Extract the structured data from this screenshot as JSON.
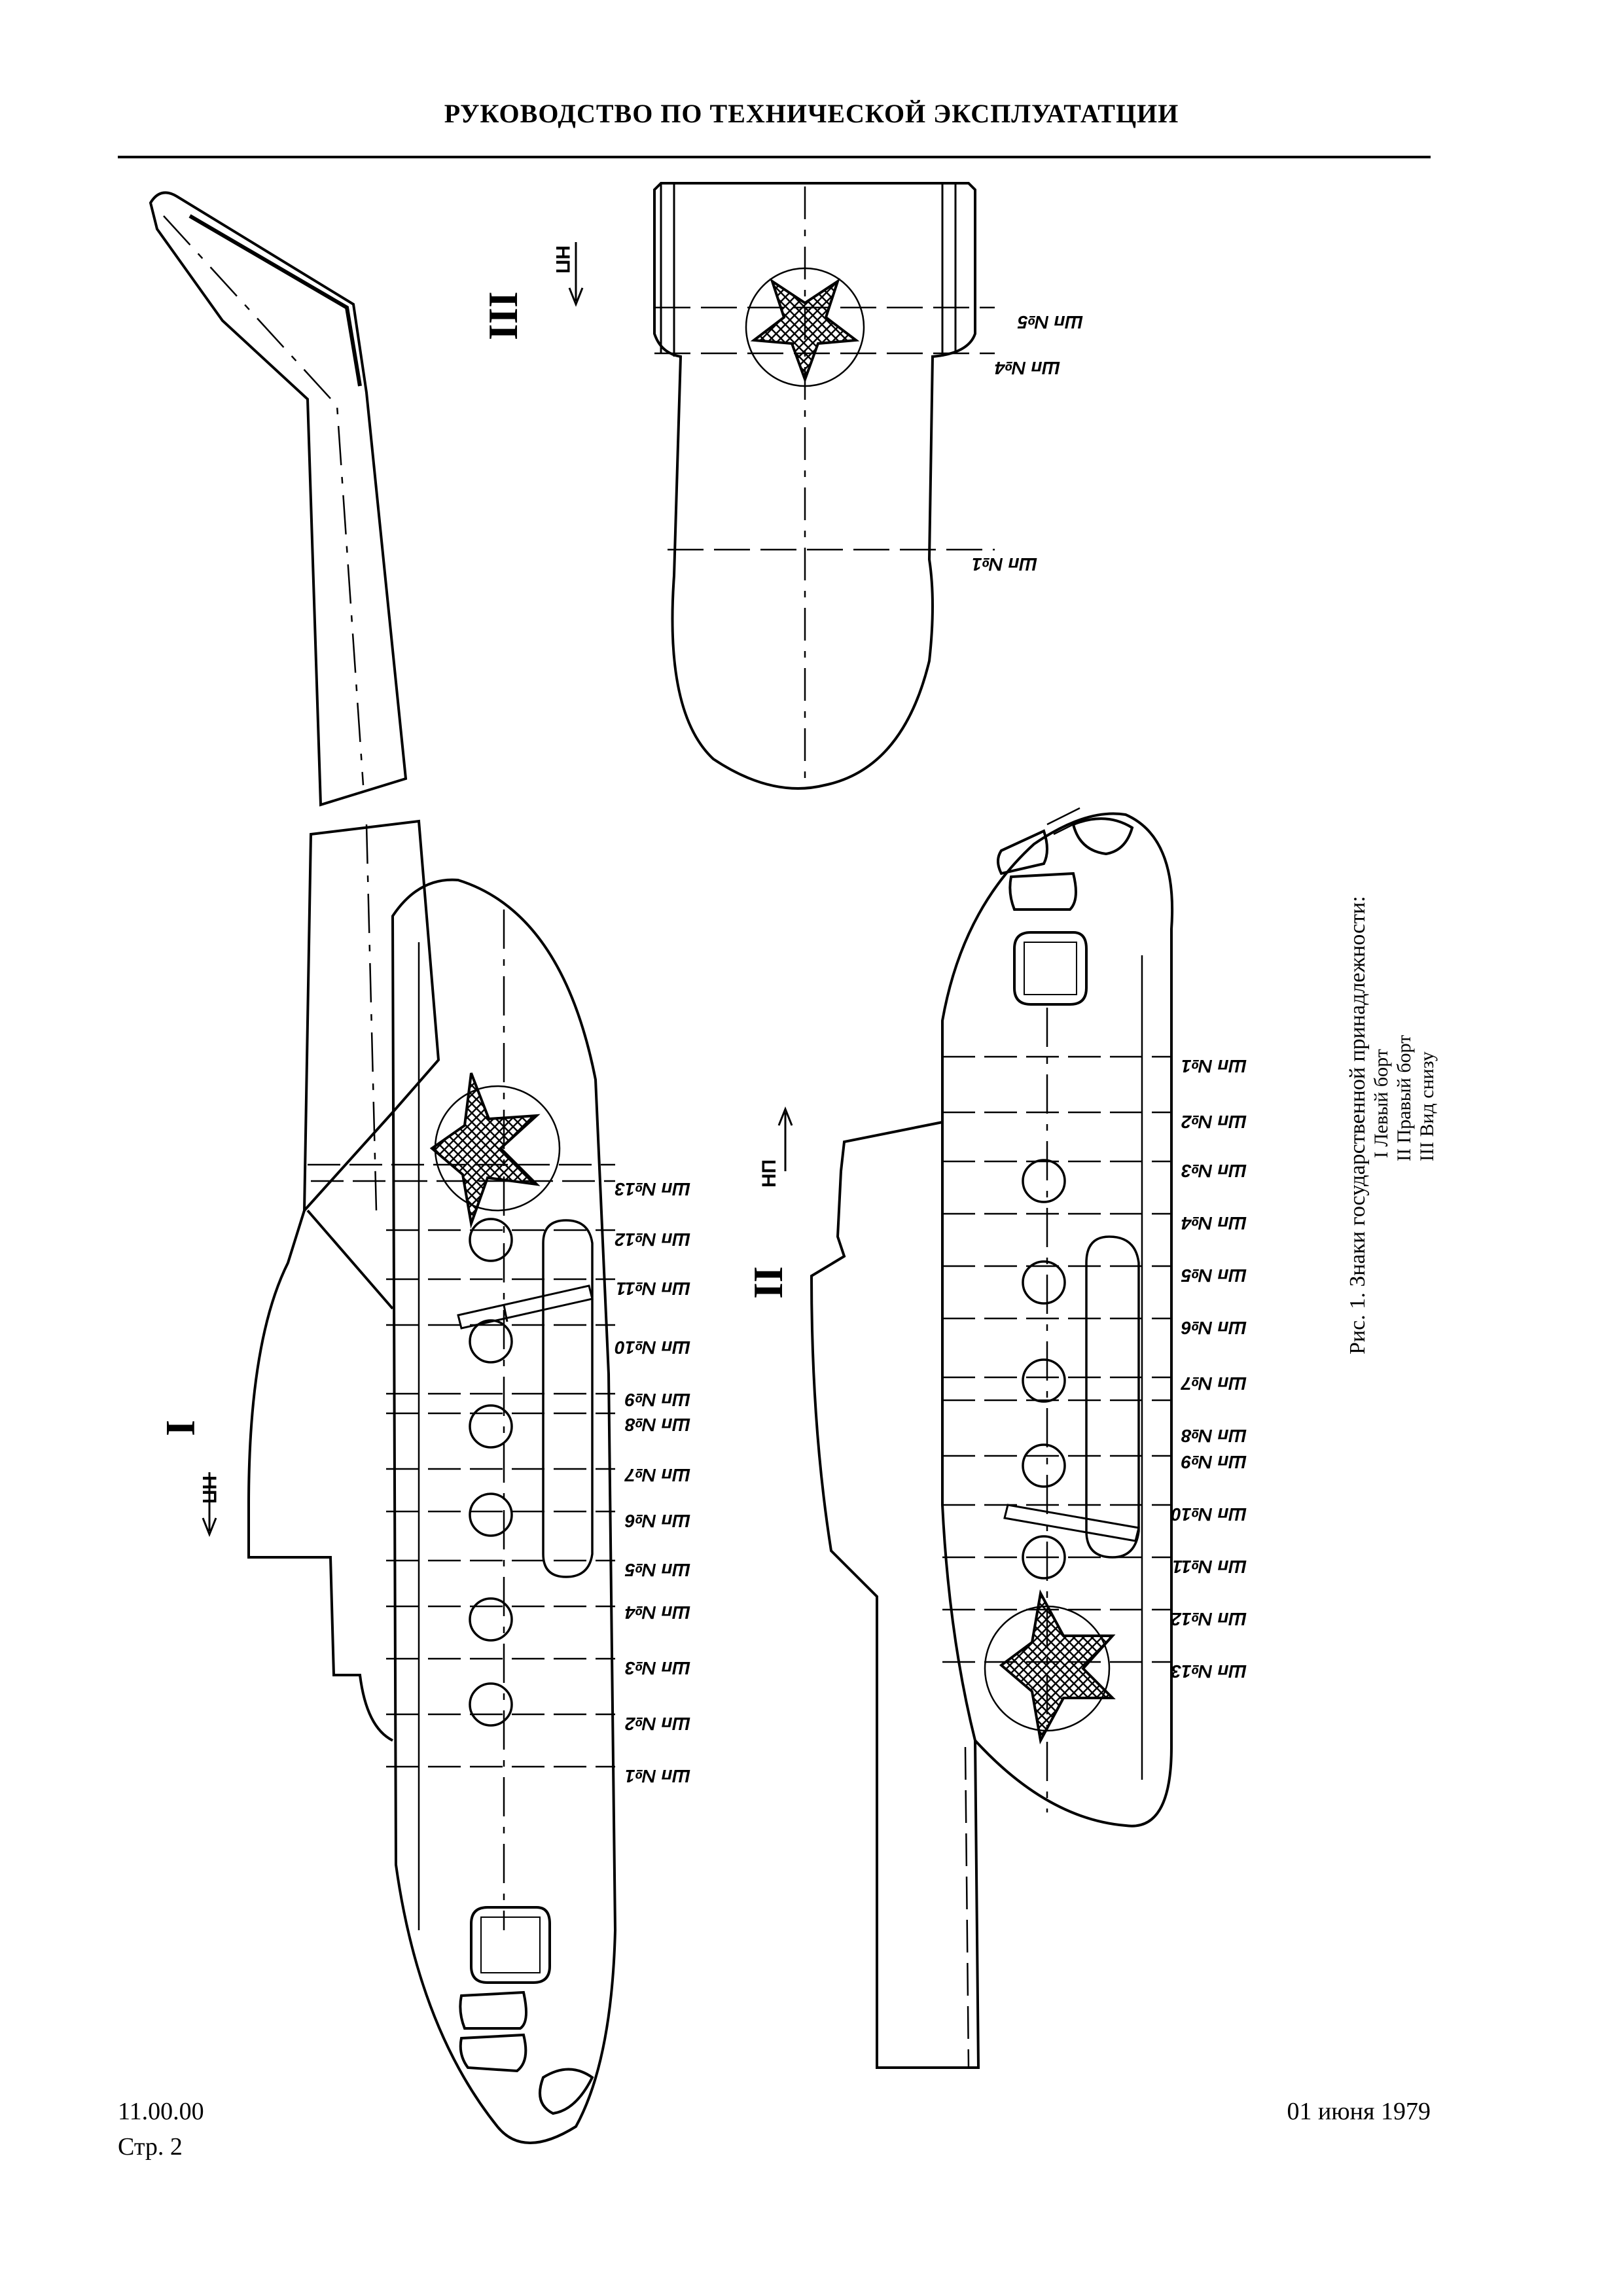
{
  "header": {
    "title": "РУКОВОДСТВО ПО ТЕХНИЧЕСКОЙ ЭКСПЛУАТАТЦИИ"
  },
  "footer": {
    "doc_code": "11.00.00",
    "page": "Стр. 2",
    "date": "01 июня 1979"
  },
  "figure": {
    "caption": "Рис. 1. Знаки государственной принадлежности:",
    "legend": [
      "I   Левый борт",
      "II  Правый борт",
      "III  Вид снизу"
    ],
    "views": {
      "left": "I",
      "right": "II",
      "bottom": "III"
    },
    "direction_label": "НП",
    "frames": [
      "Шп №1",
      "Шп №2",
      "Шп №3",
      "Шп №4",
      "Шп №5",
      "Шп №6",
      "Шп №7",
      "Шп №8",
      "Шп №9",
      "Шп №10",
      "Шп №11",
      "Шп №12",
      "Шп №13"
    ],
    "bottom_frames": [
      "Шп №1",
      "Шп №4",
      "Шп №5"
    ]
  }
}
